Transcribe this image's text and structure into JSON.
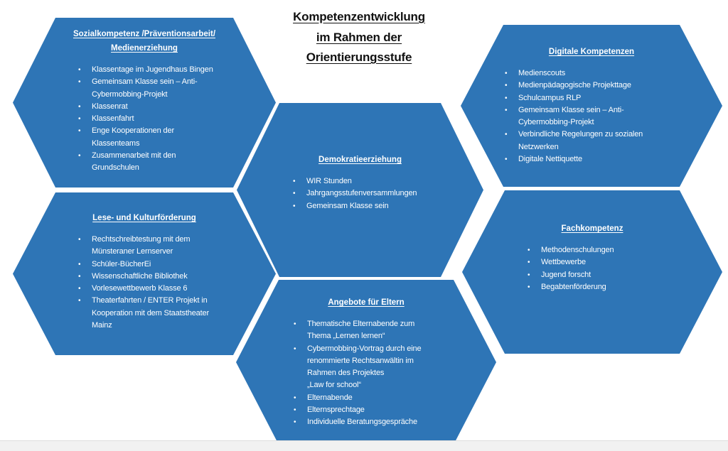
{
  "title": {
    "lines": [
      "Kompetenzentwicklung",
      "im Rahmen der",
      "Orientierungsstufe"
    ]
  },
  "theme": {
    "hexagon_fill": "#2E75B6",
    "hexagon_text": "#FFFFFF",
    "title_color": "#111111",
    "footer_bar": "#F1F1F1"
  },
  "hexagons": [
    {
      "id": "sozialkompetenz",
      "title": "Sozialkompetenz /Präventionsarbeit/ Medienerziehung",
      "items": [
        "Klassentage im Jugendhaus Bingen",
        "Gemeinsam Klasse sein – Anti-\nCybermobbing-Projekt",
        "Klassenrat",
        "Klassenfahrt",
        "Enge Kooperationen der\nKlassenteams",
        "Zusammenarbeit mit den\nGrundschulen"
      ]
    },
    {
      "id": "digitale-kompetenzen",
      "title": "Digitale Kompetenzen",
      "items": [
        "Medienscouts",
        "Medienpädagogische Projekttage",
        "Schulcampus RLP",
        "Gemeinsam Klasse sein – Anti-\nCybermobbing-Projekt",
        "Verbindliche Regelungen zu sozialen\nNetzwerken",
        "Digitale Nettiquette"
      ]
    },
    {
      "id": "demokratieerziehung",
      "title": "Demokratieerziehung",
      "items": [
        "WIR Stunden",
        "Jahrgangsstufenversammlungen",
        "Gemeinsam Klasse sein"
      ]
    },
    {
      "id": "lese-und-kulturfoerderung",
      "title": "Lese- und Kulturförderung",
      "items": [
        "Rechtschreibtestung mit dem\nMünsteraner Lernserver",
        "Schüler-BücherEi",
        "Wissenschaftliche Bibliothek",
        "Vorlesewettbewerb Klasse 6",
        "Theaterfahrten / ENTER Projekt in\nKooperation mit dem Staatstheater\nMainz"
      ]
    },
    {
      "id": "fachkompetenz",
      "title": "Fachkompetenz",
      "items": [
        "Methodenschulungen",
        "Wettbewerbe",
        "Jugend forscht",
        "Begabtenförderung"
      ]
    },
    {
      "id": "angebote-fuer-eltern",
      "title": "Angebote für Eltern",
      "items": [
        "Thematische Elternabende zum\nThema „Lernen lernen“",
        "Cybermobbing-Vortrag durch eine\nrenommierte Rechtsanwältin im\nRahmen des Projektes\n„Law for school“",
        "Elternabende",
        "Elternsprechtage",
        "Individuelle Beratungsgespräche"
      ]
    }
  ]
}
